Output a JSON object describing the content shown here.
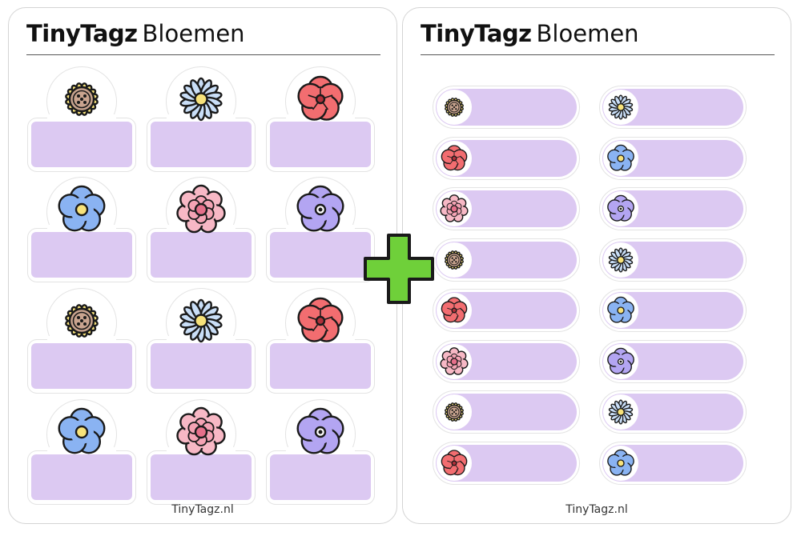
{
  "sheets": [
    {
      "id": "left",
      "brand": "TinyTagz",
      "subtitle": "Bloemen",
      "footer": "TinyTagz.nl"
    },
    {
      "id": "right",
      "brand": "TinyTagz",
      "subtitle": "Bloemen",
      "footer": "TinyTagz.nl"
    }
  ],
  "icons": {
    "plus": "plus-icon",
    "flowers": [
      "sunflower-icon",
      "daisy-icon",
      "poppy-icon",
      "forget-me-not-icon",
      "pink-flower-icon",
      "violet-icon"
    ]
  },
  "colors": {
    "label_field": "#dcc9f2",
    "plus_fill": "#6fd03a",
    "sunflower": "#f7e27a",
    "daisy": "#c9def7",
    "poppy": "#f26d70",
    "forget_me_not": "#8ab3f2",
    "pink_flower": "#f7b8c5",
    "violet": "#b3a5f2"
  },
  "left_sheet_tags": [
    [
      "sunflower",
      "daisy",
      "poppy"
    ],
    [
      "forget_me_not",
      "pink_flower",
      "violet"
    ],
    [
      "sunflower",
      "daisy",
      "poppy"
    ],
    [
      "forget_me_not",
      "pink_flower",
      "violet"
    ]
  ],
  "right_sheet_tags": {
    "column_1": [
      "sunflower",
      "poppy",
      "pink_flower",
      "sunflower",
      "poppy",
      "pink_flower",
      "sunflower",
      "poppy"
    ],
    "column_2": [
      "daisy",
      "forget_me_not",
      "violet",
      "daisy",
      "forget_me_not",
      "violet",
      "daisy",
      "forget_me_not"
    ]
  }
}
